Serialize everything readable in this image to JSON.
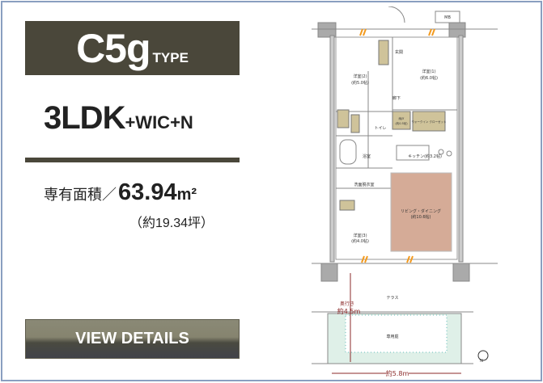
{
  "type": {
    "code": "C5g",
    "suffix": "TYPE"
  },
  "layout": {
    "main": "3LDK",
    "extra": "+WIC+N"
  },
  "area": {
    "label": "専有面積／",
    "value": "63.94",
    "unit": "m²",
    "tsubo": "（約19.34坪）"
  },
  "button": {
    "label": "VIEW DETAILS"
  },
  "plan": {
    "mb": "MB",
    "entrance": "玄関",
    "room1": "洋室(1)",
    "room1_size": "(約6.0帖)",
    "room2": "洋室(2)",
    "room2_size": "(約5.0帖)",
    "hall": "廊下",
    "toilet": "トイレ",
    "bath": "浴室",
    "wash": "洗面脱衣室",
    "storage": "納戸",
    "storage_size": "(約0.5帖)",
    "wic": "ウォークイン クローゼット",
    "kitchen": "キッチン(約3.2帖)",
    "living": "リビング・ダイニング",
    "living_size": "(約10.6帖)",
    "room3": "洋室(3)",
    "room3_size": "(約4.0帖)",
    "terrace": "テラス",
    "garden": "専用庭",
    "depth_label": "奥行き",
    "depth": "約4.5m",
    "width": "約5.8m",
    "north": "N"
  },
  "colors": {
    "header": "#4a473a",
    "living": "#d5ab97",
    "storage": "#cfc39a",
    "garden": "#dff0e8",
    "border": "#8a9fc0"
  }
}
